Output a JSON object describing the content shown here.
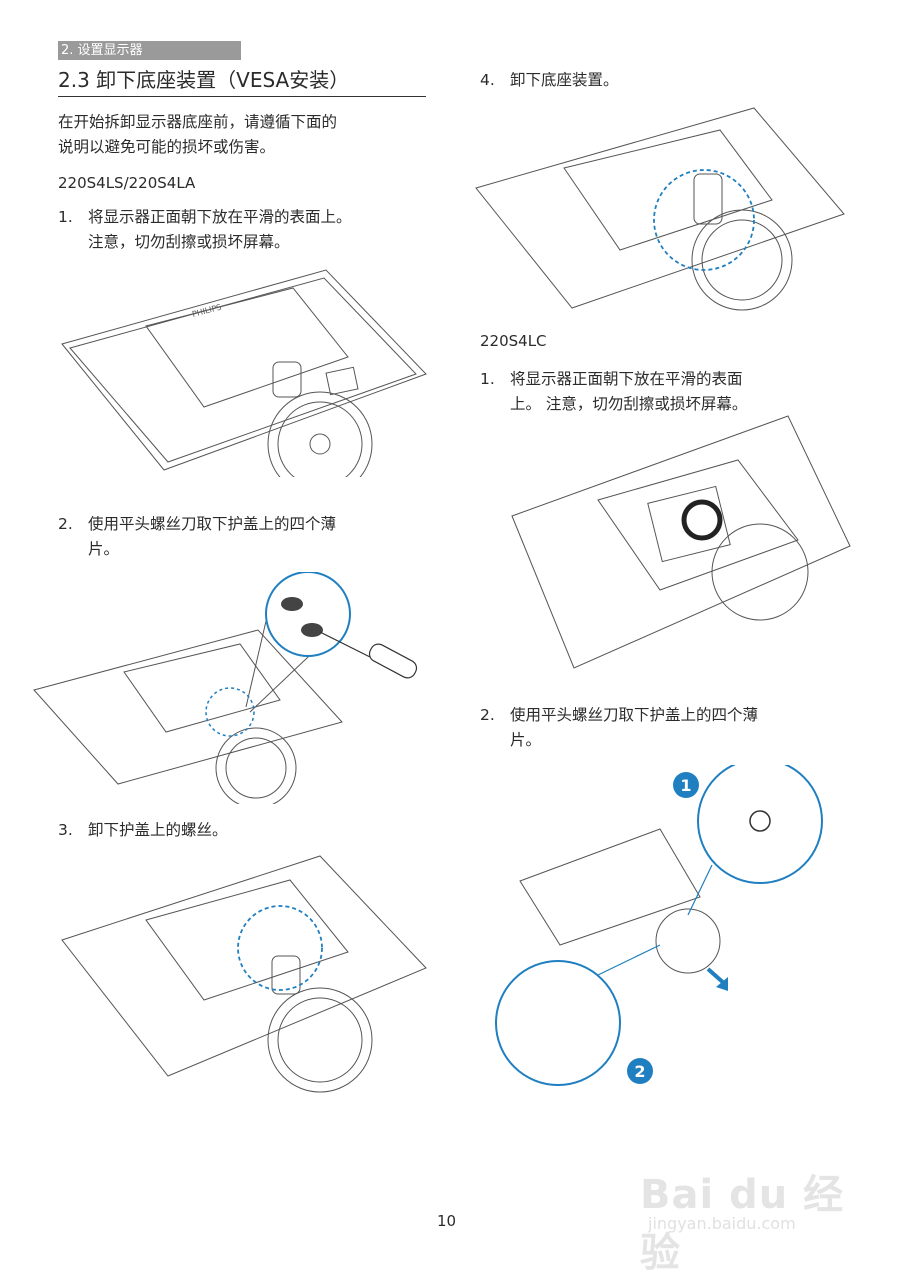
{
  "header": {
    "section_tag": "2. 设置显示器",
    "title": "2.3  卸下底座装置（VESA安装）"
  },
  "left": {
    "intro": [
      "在开始拆卸显示器底座前，请遵循下面的",
      "说明以避免可能的损坏或伤害。"
    ],
    "model": "220S4LS/220S4LA",
    "steps": [
      {
        "num": "1.",
        "lines": [
          "将显示器正面朝下放在平滑的表面上。",
          "注意，切勿刮擦或损坏屏幕。"
        ]
      },
      {
        "num": "2.",
        "lines": [
          "使用平头螺丝刀取下护盖上的四个薄",
          "片。"
        ]
      },
      {
        "num": "3.",
        "lines": [
          "卸下护盖上的螺丝。"
        ]
      }
    ]
  },
  "right": {
    "step4": {
      "num": "4.",
      "lines": [
        "卸下底座装置。"
      ]
    },
    "model": "220S4LC",
    "steps": [
      {
        "num": "1.",
        "lines": [
          "将显示器正面朝下放在平滑的表面",
          "上。 注意，切勿刮擦或损坏屏幕。"
        ]
      },
      {
        "num": "2.",
        "lines": [
          "使用平头螺丝刀取下护盖上的四个薄",
          "片。"
        ]
      }
    ],
    "callouts": [
      "1",
      "2"
    ]
  },
  "brand_label": "PHILIPS",
  "page_number": "10",
  "watermark": {
    "text": "Bai du 经验",
    "sub": "jingyan.baidu.com"
  },
  "colors": {
    "accent": "#1f7fc0",
    "line": "#555555",
    "tag_bg": "#9a9a9a"
  }
}
